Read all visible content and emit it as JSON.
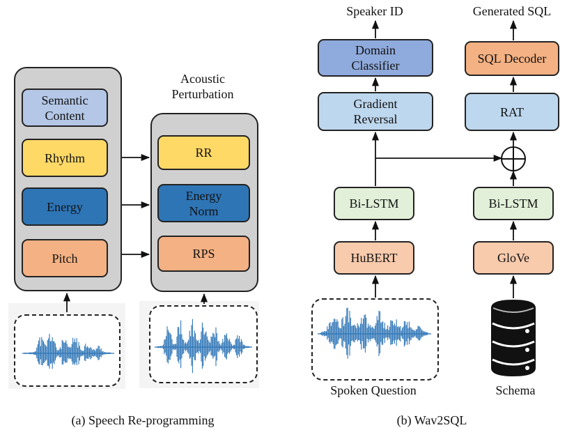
{
  "left_panel": {
    "features": [
      {
        "label": "Semantic\nContent",
        "color": "#b4c7e7"
      },
      {
        "label": "Rhythm",
        "color": "#ffd966"
      },
      {
        "label": "Energy",
        "color": "#2e75b6"
      },
      {
        "label": "Pitch",
        "color": "#f4b183"
      }
    ],
    "perturbation_title": "Acoustic\nPerturbation",
    "perturbations": [
      {
        "label": "RR",
        "color": "#ffd966"
      },
      {
        "label": "Energy\nNorm",
        "color": "#2e75b6"
      },
      {
        "label": "RPS",
        "color": "#f4b183"
      }
    ],
    "caption": "(a) Speech Re-programming"
  },
  "right_panel": {
    "outputs": {
      "left": "Speaker ID",
      "right": "Generated SQL"
    },
    "domain_classifier": {
      "label": "Domain\nClassifier",
      "color": "#8faadc"
    },
    "sql_decoder": {
      "label": "SQL Decoder",
      "color": "#f4b183"
    },
    "gradient_reversal": {
      "label": "Gradient\nReversal",
      "color": "#bdd7ee"
    },
    "rat": {
      "label": "RAT",
      "color": "#bdd7ee"
    },
    "bilstm_left": {
      "label": "Bi-LSTM",
      "color": "#e2f0d9"
    },
    "bilstm_right": {
      "label": "Bi-LSTM",
      "color": "#e2f0d9"
    },
    "hubert": {
      "label": "HuBERT",
      "color": "#f8cbad"
    },
    "glove": {
      "label": "GloVe",
      "color": "#f8cbad"
    },
    "inputs": {
      "left": "Spoken Question",
      "right": "Schema"
    },
    "caption": "(b) Wav2SQL",
    "icons": {
      "schema": "database-icon",
      "sum": "circle-plus-icon"
    }
  },
  "colors": {
    "waveform": "#2e75b6",
    "panel_bg": "#d0d0d0",
    "outline": "#222222"
  }
}
